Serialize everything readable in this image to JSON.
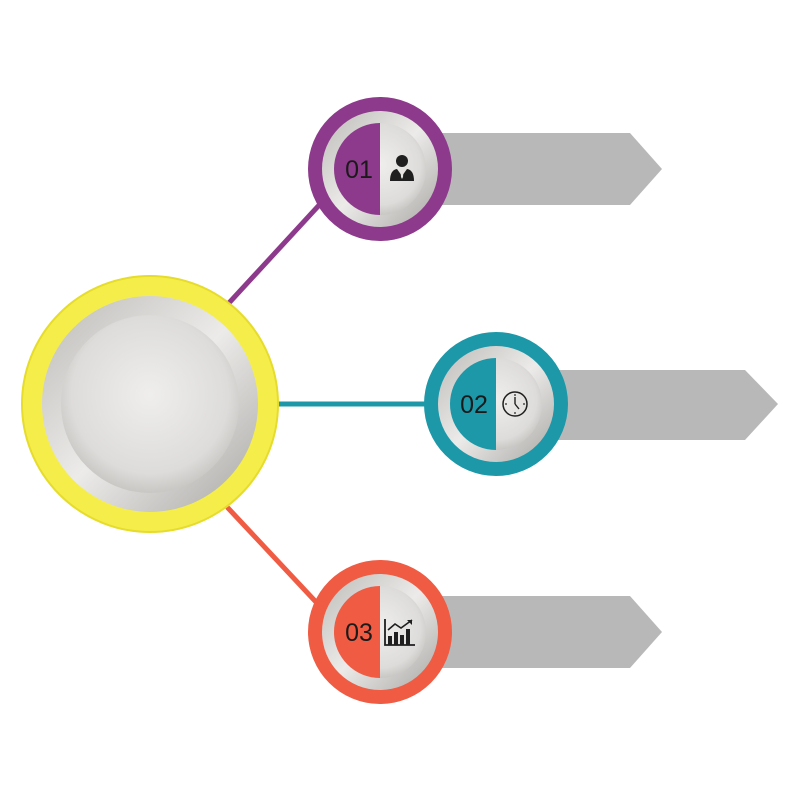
{
  "colors": {
    "background": "#ffffff",
    "hub_ring": "#f5ee4a",
    "hub_ring_edge": "#e6dc2c",
    "hub_face": "#e2e1df",
    "hub_bezel": "#cfcdca",
    "tag": "#b8b8b8",
    "icon": "#1f1f1f"
  },
  "steps": [
    {
      "number": "01",
      "accent": "#8d3a8c",
      "icon": "person-icon"
    },
    {
      "number": "02",
      "accent": "#1c98a8",
      "icon": "clock-icon"
    },
    {
      "number": "03",
      "accent": "#ef5b43",
      "icon": "growth-chart-icon"
    }
  ]
}
